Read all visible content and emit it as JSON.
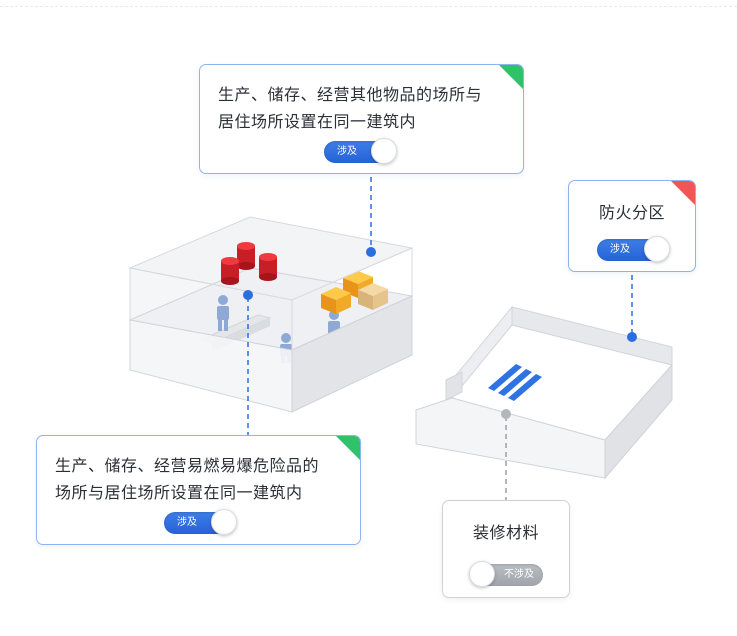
{
  "cards": {
    "mixed_other": {
      "lines": [
        "生产、储存、经营其他物品的场所与",
        "居住场所设置在同一建筑内"
      ],
      "toggle": {
        "label": "涉及",
        "on": true
      },
      "corner_color": "#2fc26a"
    },
    "fire_partition": {
      "lines": [
        "防火分区"
      ],
      "toggle": {
        "label": "涉及",
        "on": true
      },
      "corner_color": "#f05656"
    },
    "mixed_hazardous": {
      "lines": [
        "生产、储存、经营易燃易爆危险品的",
        "场所与居住场所设置在同一建筑内"
      ],
      "toggle": {
        "label": "涉及",
        "on": true
      },
      "corner_color": "#2fc26a"
    },
    "decoration_material": {
      "lines": [
        "装修材料"
      ],
      "toggle": {
        "label": "不涉及",
        "on": false
      }
    }
  },
  "colors": {
    "accent": "#2a6fe0",
    "on_toggle": "#2563d6",
    "off_toggle": "#9fa4ab",
    "corner_green": "#2fc26a",
    "corner_red": "#f05656",
    "barrel_red": "#d9202a",
    "box_orange": "#f0a020"
  }
}
